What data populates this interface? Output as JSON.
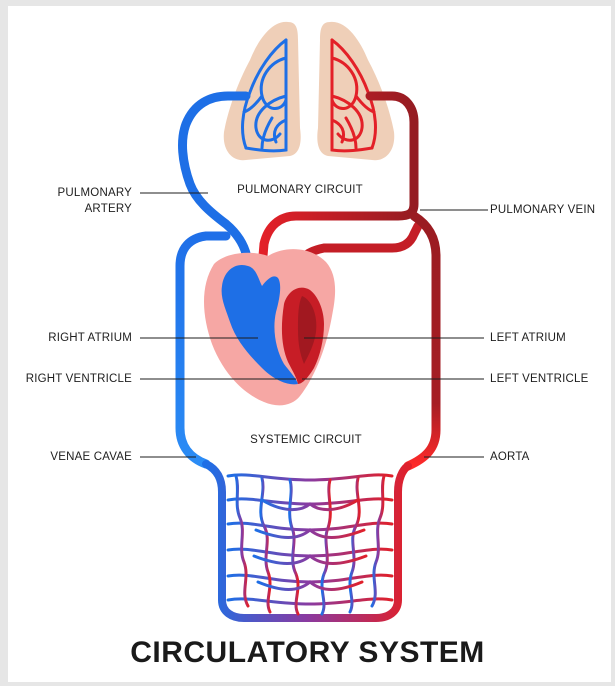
{
  "title": "CIRCULATORY SYSTEM",
  "circuits": {
    "pulmonary": "PULMONARY CIRCUIT",
    "systemic": "SYSTEMIC CIRCUIT"
  },
  "labels": {
    "pulmonary_artery_1": "PULMONARY",
    "pulmonary_artery_2": "ARTERY",
    "pulmonary_vein": "PULMONARY VEIN",
    "right_atrium": "RIGHT  ATRIUM",
    "left_atrium": "LEFT ATRIUM",
    "right_ventricle": "RIGHT VENTRICLE",
    "left_ventricle": "LEFT VENTRICLE",
    "venae_cavae": "VENAE CAVAE",
    "aorta": "AORTA"
  },
  "colors": {
    "deoxygenated": "#1e6fe6",
    "oxygenated": "#d8202a",
    "vein_dark": "#9a1c22",
    "lungs": "#efcfb8",
    "heart_bg": "#f6a7a4",
    "capillary_mid": "#8a3aa0"
  }
}
